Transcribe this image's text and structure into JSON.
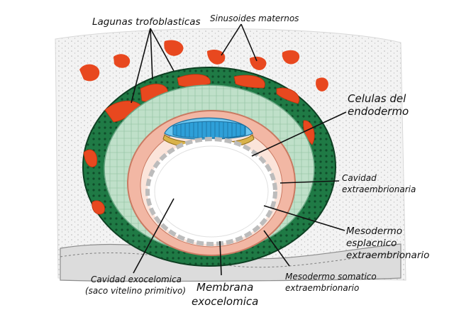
{
  "labels": {
    "lagunas": "Lagunas trofoblasticas",
    "sinusoides": "Sinusoides maternos",
    "celulas_line1": "Celulas del",
    "celulas_line2": "endodermo",
    "cavidad_extra_line1": "Cavidad",
    "cavidad_extra_line2": "extraembrionaria",
    "mesodermo_esp_line1": "Mesodermo",
    "mesodermo_esp_line2": "esplacnico",
    "mesodermo_esp_line3": "extraembrionario",
    "mesodermo_som_line1": "Mesodermo somatico",
    "mesodermo_som_line2": "extraembrionario",
    "membrana_line1": "Membrana",
    "membrana_line2": "exocelomica",
    "cavidad_exo_line1": "Cavidad exocelomica",
    "cavidad_exo_line2": "(saco vitelino primitivo)"
  },
  "colors": {
    "background_tissue": "#ececec",
    "syncytiotrophoblast": "#1f7a45",
    "cytotrophoblast": "#b9dcc4",
    "lacunae": "#e8481f",
    "extraembryonic_mesoderm": "#f2b7a4",
    "yolk_sac": "#ffffff",
    "epiblast": "#2e9fd8",
    "hypoblast": "#d9b24a",
    "endometrium_edge": "#9a9a9a"
  }
}
